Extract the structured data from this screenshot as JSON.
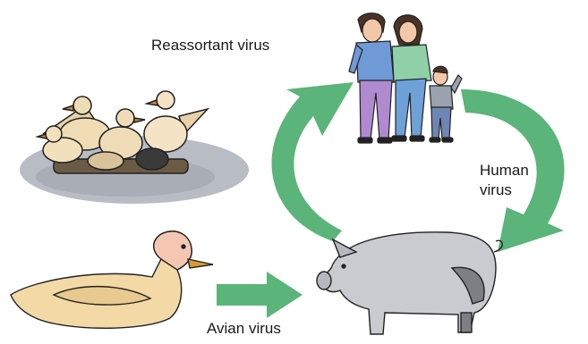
{
  "diagram": {
    "labels": {
      "reassortant": "Reassortant virus",
      "human_line1": "Human",
      "human_line2": "virus",
      "avian": "Avian virus"
    },
    "colors": {
      "arrow": "#5bb47a",
      "water": "#b8bcc4",
      "pig": "#c9cbd0",
      "pig_dark": "#7d7f85",
      "duck_body": "#f2d9a6",
      "duck_head": "#f5c7b2",
      "dad_shirt": "#6f9ad6",
      "dad_pants": "#b08ad0",
      "mom_shirt": "#8fd0a8",
      "mom_pants": "#6fa0d8",
      "child_shirt": "#9aa3ad",
      "child_pants": "#6e86b4"
    }
  }
}
